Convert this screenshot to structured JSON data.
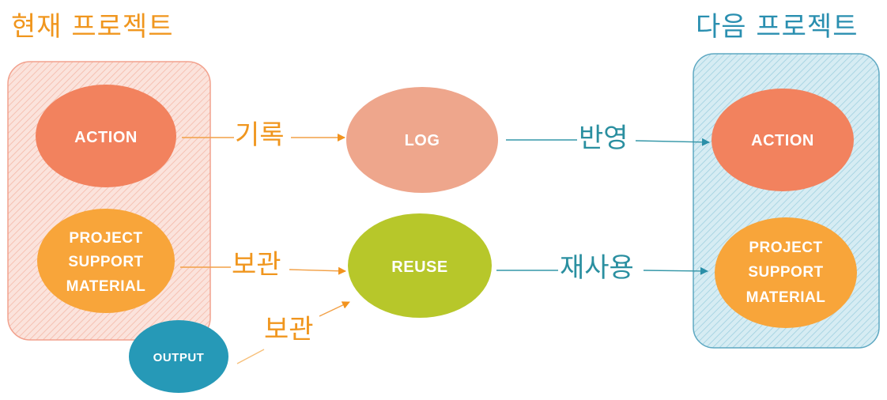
{
  "headings": {
    "current": "현재 프로젝트",
    "next": "다음 프로젝트"
  },
  "nodes": {
    "action_current": "ACTION",
    "psm_current": [
      "PROJECT",
      "SUPPORT",
      "MATERIAL"
    ],
    "output": "OUTPUT",
    "log": "LOG",
    "reuse": "REUSE",
    "action_next": "ACTION",
    "psm_next": [
      "PROJECT",
      "SUPPORT",
      "MATERIAL"
    ]
  },
  "edges": {
    "record": "기록",
    "store_1": "보관",
    "store_2": "보관",
    "reflect": "반영",
    "reuse": "재사용"
  },
  "colors": {
    "orange_heading": "#f0961e",
    "teal_heading": "#2a8fb0",
    "current_panel_fill": "#fbe0d8",
    "current_panel_stroke": "#f2a28e",
    "next_panel_fill": "#cfe7ef",
    "next_panel_stroke": "#5ea8c2",
    "action": "#f2825e",
    "psm": "#f8a53a",
    "log": "#eea68c",
    "reuse": "#b7c72a",
    "output": "#2699b7",
    "orange_edge": "#f2a046",
    "teal_edge": "#3597a8"
  }
}
